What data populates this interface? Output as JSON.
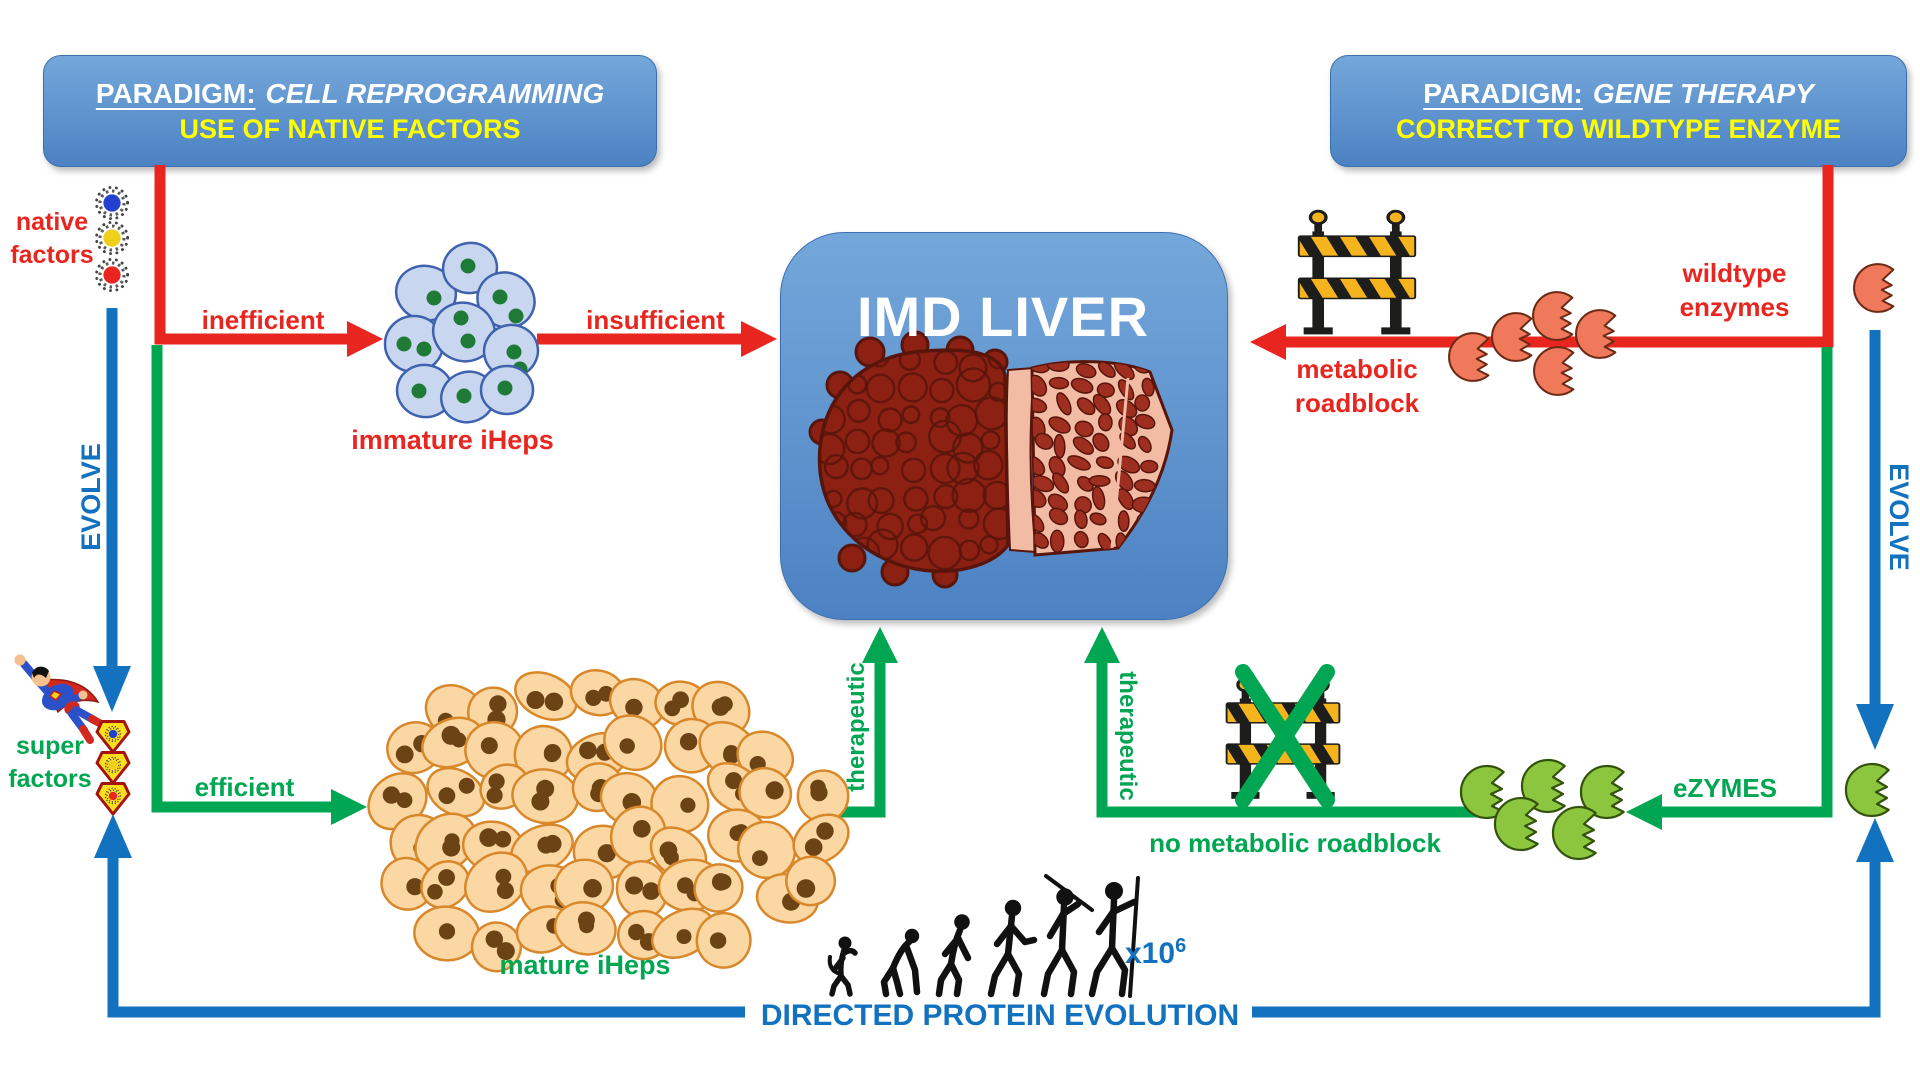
{
  "colors": {
    "red": "#e8251f",
    "green": "#00a651",
    "blue": "#1272bf",
    "yellow": "#ffff00",
    "box_blue_top": "#74a7da",
    "box_blue_bottom": "#4c82c3",
    "cell_blue_fill": "#c9d6ef",
    "cell_blue_stroke": "#3f62ae",
    "cell_blue_nucleus": "#1f7a38",
    "cell_orange_fill": "#fbd7a3",
    "cell_orange_stroke": "#d8882a",
    "cell_orange_nucleus": "#6b4315",
    "enzyme_red_fill": "#f0795c",
    "enzyme_red_stroke": "#6d2a15",
    "enzyme_green_fill": "#8cc63f",
    "enzyme_green_stroke": "#33520c",
    "barricade_black": "#1d1d1b",
    "barricade_yellow": "#f5b41d",
    "liver_dark": "#8c2012",
    "liver_outline": "#58150b",
    "liver_section_bg": "#f2bba4",
    "liver_nodule": "#9e2e20",
    "silhouette": "#111111"
  },
  "paradigm_left": {
    "label": "PARADIGM:",
    "title": "CELL REPROGRAMMING",
    "subtitle": "USE OF NATIVE FACTORS"
  },
  "paradigm_right": {
    "label": "PARADIGM:",
    "title": "GENE THERAPY",
    "subtitle": "CORRECT TO WILDTYPE ENZYME"
  },
  "center_box": {
    "title": "IMD LIVER"
  },
  "labels": {
    "native_factors": "native factors",
    "inefficient": "inefficient",
    "immature_iheps": "immature iHeps",
    "insufficient": "insufficient",
    "evolve": "EVOLVE",
    "super_factors": "super factors",
    "efficient": "efficient",
    "mature_iheps": "mature iHeps",
    "therapeutic": "therapeutic",
    "wildtype_enzymes": "wildtype enzymes",
    "metabolic_roadblock": "metabolic roadblock",
    "no_metabolic_roadblock": "no metabolic roadblock",
    "ezymes": "eZYMES",
    "directed_protein_evolution": "DIRECTED PROTEIN EVOLUTION",
    "multiplier_base": "x10",
    "multiplier_exponent": "6"
  },
  "icons": {
    "virus_palette": [
      "#2540cf",
      "#f0cf1b",
      "#e8251f"
    ],
    "wildtype_enzyme_count": 5,
    "ezyme_count": 5,
    "list": [
      "virus-icon",
      "superman-icon",
      "super-factor-shield-icon",
      "barricade-icon",
      "green-x-icon",
      "pacman-enzyme-icon",
      "liver-icon",
      "evolution-march-icon"
    ]
  }
}
